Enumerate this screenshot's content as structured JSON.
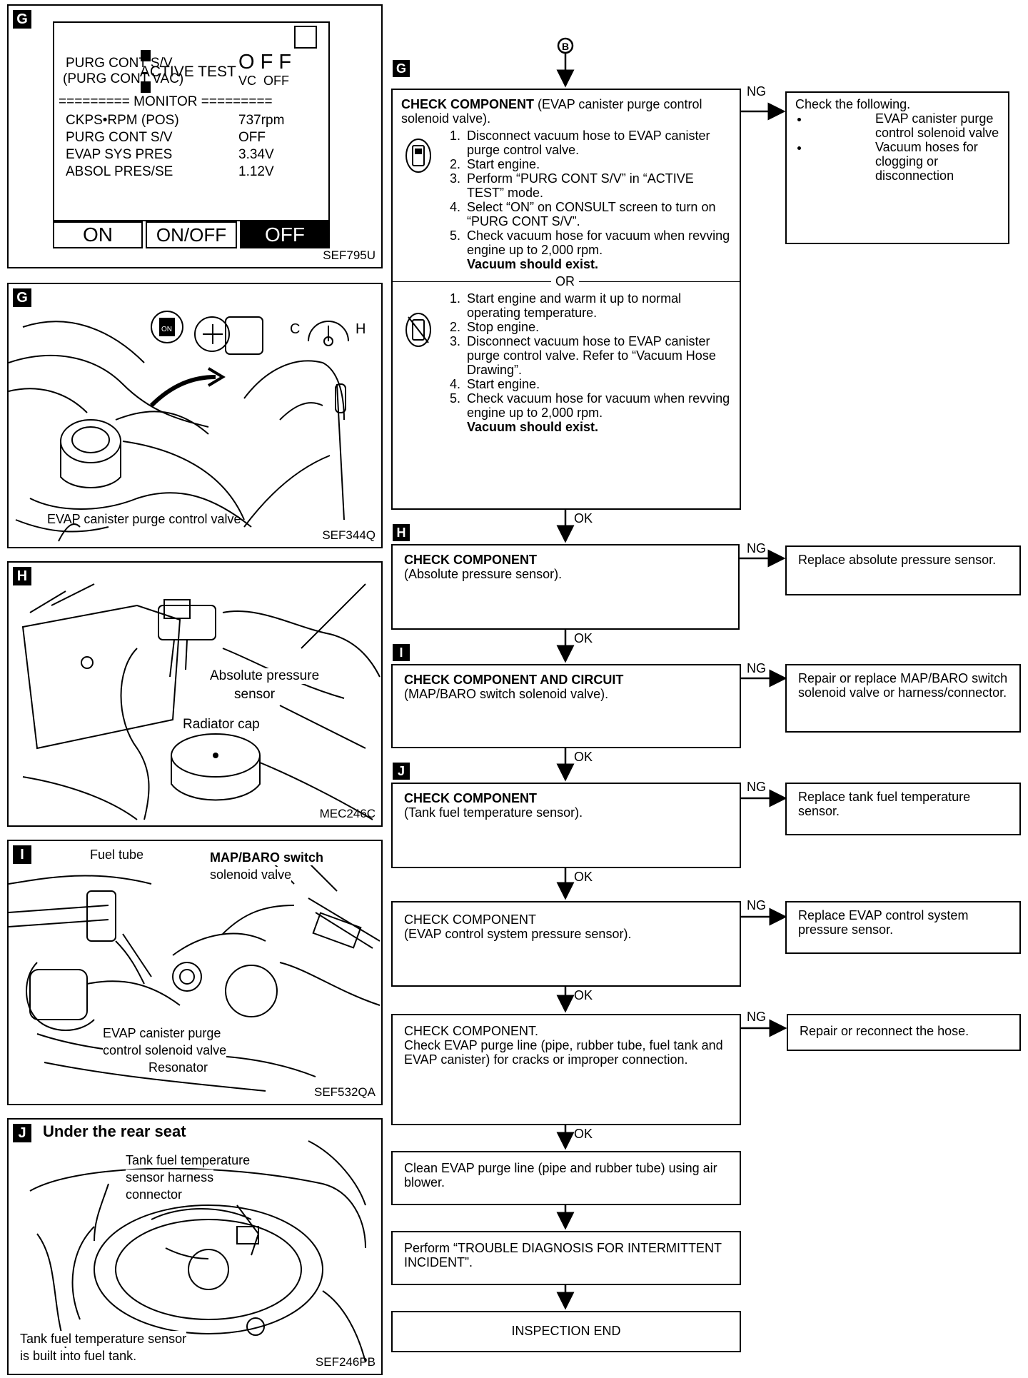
{
  "panels": {
    "g1": {
      "badge": "G",
      "active_test": "ACTIVE TEST",
      "purg_cont_sv": "PURG CONT S/V",
      "purg_cont_vac": "(PURG CONT VAC)",
      "off_big": "O F F",
      "vc_off": "VC  OFF",
      "monitor": "========= MONITOR =========",
      "rows": [
        {
          "label": "CKPS•RPM (POS)",
          "value": "737rpm"
        },
        {
          "label": "PURG CONT S/V",
          "value": "OFF"
        },
        {
          "label": "EVAP SYS PRES",
          "value": "3.34V"
        },
        {
          "label": "ABSOL PRES/SE",
          "value": "1.12V"
        }
      ],
      "keys": [
        "ON",
        "ON/OFF",
        "OFF"
      ],
      "ref": "SEF795U"
    },
    "g2": {
      "badge": "G",
      "label": "EVAP canister purge control valve",
      "gauge_c": "C",
      "gauge_h": "H",
      "key_on": "ON",
      "ref": "SEF344Q"
    },
    "h": {
      "badge": "H",
      "label1": "Absolute pressure",
      "label2": "sensor",
      "label3": "Radiator cap",
      "ref": "MEC246C"
    },
    "i": {
      "badge": "I",
      "fuel_tube": "Fuel tube",
      "map1": "MAP/BARO switch",
      "map2": "solenoid valve",
      "evap1": "EVAP canister purge",
      "evap2": "control solenoid valve",
      "resonator": "Resonator",
      "ref": "SEF532QA"
    },
    "j": {
      "badge": "J",
      "title": "Under the rear seat",
      "l1": "Tank fuel temperature",
      "l2": "sensor harness",
      "l3": "connector",
      "b1": "Tank fuel temperature sensor",
      "b2": "is built into fuel tank.",
      "ref": "SEF246PB"
    }
  },
  "flow": {
    "connector": "B",
    "g": {
      "badge": "G",
      "title": "CHECK COMPONENT",
      "title_rest": " (EVAP canister purge control solenoid valve).",
      "stepsA": [
        "Disconnect vacuum hose to EVAP canister purge control valve.",
        "Start engine.",
        "Perform “PURG CONT S/V” in “ACTIVE TEST” mode.",
        "Select “ON” on CONSULT screen to turn on “PURG CONT S/V”.",
        "Check vacuum hose for vacuum when revving engine up to 2,000 rpm."
      ],
      "vacuum": "Vacuum should exist.",
      "or": "OR",
      "stepsB": [
        "Start engine and warm it up to normal operating temperature.",
        "Stop engine.",
        "Disconnect vacuum hose to EVAP canister purge control valve. Refer to “Vacuum Hose Drawing”.",
        "Start engine.",
        "Check vacuum hose for vacuum when revving engine up to 2,000 rpm."
      ],
      "ng": "NG",
      "side_intro": "Check the following.",
      "side_items": [
        "EVAP canister purge control solenoid valve",
        "Vacuum hoses for clogging or disconnection"
      ]
    },
    "h": {
      "badge": "H",
      "title": "CHECK COMPONENT",
      "sub": "(Absolute pressure sensor).",
      "ng": "NG",
      "side": "Replace absolute pressure sensor."
    },
    "i": {
      "badge": "I",
      "title": "CHECK COMPONENT AND CIRCUIT",
      "sub": "(MAP/BARO switch solenoid valve).",
      "ng": "NG",
      "side": "Repair or replace MAP/BARO switch solenoid valve or harness/connector."
    },
    "j": {
      "badge": "J",
      "title": "CHECK COMPONENT",
      "sub": "(Tank fuel temperature sensor).",
      "ng": "NG",
      "side": "Replace tank fuel temperature sensor."
    },
    "k": {
      "title": "CHECK COMPONENT",
      "sub": "(EVAP control system pressure sensor).",
      "ng": "NG",
      "side": "Replace EVAP control system pressure sensor."
    },
    "l": {
      "title": "CHECK COMPONENT.",
      "sub": "Check EVAP purge line (pipe, rubber tube, fuel tank and EVAP canister) for cracks or improper connection.",
      "ng": "NG",
      "side": "Repair or reconnect the hose."
    },
    "clean": "Clean EVAP purge line (pipe and rubber tube) using air blower.",
    "perform": "Perform “TROUBLE DIAGNOSIS FOR INTERMITTENT INCIDENT”.",
    "end": "INSPECTION END",
    "ok": "OK"
  }
}
